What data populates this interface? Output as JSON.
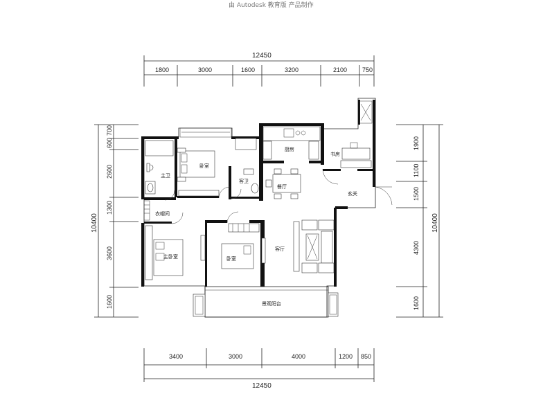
{
  "header": {
    "text": "由 Autodesk 教育版 产品制作"
  },
  "dimensions": {
    "top_total": "12450",
    "top_segments": [
      "1800",
      "3000",
      "1600",
      "3200",
      "2100",
      "750"
    ],
    "bottom_total": "12450",
    "bottom_segments": [
      "3400",
      "3000",
      "4000",
      "1200",
      "850"
    ],
    "left_total": "10400",
    "left_segments": [
      "700",
      "600",
      "2600",
      "1300",
      "3600",
      "1600"
    ],
    "right_total": "10400",
    "right_segments": [
      "1900",
      "1100",
      "1500",
      "4300",
      "1600"
    ]
  },
  "rooms": {
    "master_bath": "主卫",
    "bedroom_north": "卧室",
    "guest_bath": "客卫",
    "kitchen": "厨房",
    "study": "书房",
    "dining": "餐厅",
    "entrance": "玄关",
    "cloakroom": "衣帽间",
    "master_bedroom": "主卧室",
    "bedroom_middle": "卧室",
    "living": "客厅",
    "balcony": "景观阳台"
  }
}
